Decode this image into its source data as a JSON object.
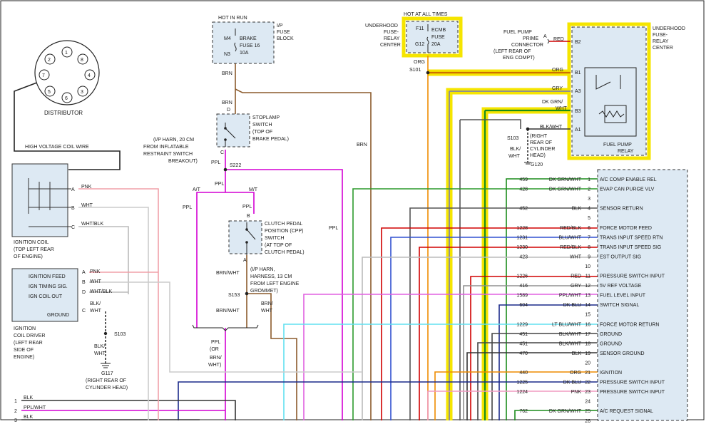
{
  "header": {
    "hot_in_run": "HOT IN RUN",
    "hot_at_all_times": "HOT AT ALL TIMES"
  },
  "distributor": {
    "label": "DISTRIBUTOR",
    "terminals": [
      "1",
      "2",
      "3",
      "4",
      "5",
      "6",
      "7",
      "8"
    ],
    "coil_wire": "HIGH VOLTAGE COIL WIRE"
  },
  "ip_fuse": {
    "block_label": [
      "I/P",
      "FUSE",
      "BLOCK"
    ],
    "pin_in": "M4",
    "pin_out": "N3",
    "name": [
      "BRAKE",
      "FUSE 16",
      "10A"
    ],
    "out_wire": "BRN"
  },
  "underhood_fuse": {
    "label": [
      "UNDERHOOD",
      "FUSE-",
      "RELAY",
      "CENTER"
    ],
    "pin_in": "F11",
    "pin_out": "G12",
    "name": [
      "ECMB",
      "FUSE",
      "20A"
    ],
    "out_wire": "ORG",
    "splice": "S101"
  },
  "stoplamp": {
    "label": [
      "STOPLAMP",
      "SWITCH",
      "(TOP OF",
      "BRAKE PEDAL)"
    ],
    "pin_top": "D",
    "pin_bottom": "C",
    "wire_in": "BRN",
    "wire_out": "PPL",
    "harness_note": [
      "(I/P HARN, 20 CM",
      "FROM INFLATABLE",
      "RESTRAINT SWITCH",
      "BREAKOUT)"
    ],
    "splice": "S222"
  },
  "branches": {
    "at": "A/T",
    "mt": "M/T",
    "ppl_left": "PPL",
    "ppl_mid": "PPL",
    "ppl_bottom_mt": "PPL",
    "ppl_out": "PPL",
    "brn_right": "BRN",
    "ppl_right": "PPL",
    "or_label": [
      "PPL",
      "(OR",
      "BRN/",
      "WHT)"
    ]
  },
  "clutch": {
    "label": [
      "CLUTCH PEDAL",
      "POSITION (CPP)",
      "SWITCH",
      "(AT TOP OF",
      "CLUTCH PEDAL)"
    ],
    "pin_top": "B",
    "pin_bottom": "A",
    "wire_out": "BRN/WHT",
    "harness_note": [
      "(I/P HARN,",
      "HARNESS, 13 CM",
      "FROM LEFT ENGINE",
      "GROMMET)"
    ],
    "splice": "S153",
    "wire_after": "BRN/WHT",
    "wire_right": [
      "BRN/",
      "WHT"
    ]
  },
  "ignition_coil": {
    "label": [
      "IGNITION COIL",
      "(TOP LEFT REAR",
      "OF ENGINE)"
    ],
    "pins": [
      {
        "pin": "A",
        "wire": "PNK"
      },
      {
        "pin": "B",
        "wire": "WHT"
      },
      {
        "pin": "C",
        "wire": "WHT/BLK"
      }
    ]
  },
  "coil_driver": {
    "label": [
      "IGNITION",
      "COIL DRIVER",
      "(LEFT REAR",
      "SIDE OF",
      "ENGINE)"
    ],
    "rows": [
      {
        "name": "IGNITION FEED",
        "pin": "A",
        "wire": "PNK"
      },
      {
        "name": "IGN TIMING SIG.",
        "pin": "B",
        "wire": "WHT"
      },
      {
        "name": "IGN COIL OUT",
        "pin": "D",
        "wire": "WHT/BLK"
      },
      {
        "name": "GROUND",
        "pin": "C",
        "wire": "WHT"
      }
    ],
    "ground_wire_top": "BLK/",
    "splice": "S103",
    "ground_wire_2": [
      "BLK/",
      "WHT"
    ],
    "ground": "G117",
    "ground_note": [
      "(RIGHT REAR OF",
      "CYLINDER HEAD)"
    ]
  },
  "fuel_pump": {
    "connector_label": [
      "FUEL PUMP",
      "PRIME",
      "CONNECTOR",
      "(LEFT REAR OF",
      "ENG COMPT)"
    ],
    "connector_pin": "A",
    "relay_label": [
      "FUEL PUMP",
      "RELAY"
    ],
    "center_label": [
      "UNDERHOOD",
      "FUSE-",
      "RELAY",
      "CENTER"
    ],
    "pins": [
      {
        "pin": "B2",
        "wire": "RED"
      },
      {
        "pin": "B1",
        "wire": "ORG"
      },
      {
        "pin": "A3",
        "wire": "GRY"
      },
      {
        "pin": "B3",
        "wire": [
          "DK GRN/",
          "WHT"
        ]
      },
      {
        "pin": "A1",
        "wire": "BLK/WHT"
      }
    ],
    "ground_splice": "S103",
    "ground_note": [
      "(RIGHT",
      "REAR OF",
      "CYLINDER",
      "HEAD)"
    ],
    "ground_wire": [
      "BLK/",
      "WHT"
    ],
    "ground": "G120"
  },
  "pcm_rows": [
    {
      "circuit": "459",
      "wire": "DK GRN/WHT",
      "pin": "1",
      "name": "A/C COMP ENABLE REL"
    },
    {
      "circuit": "428",
      "wire": "DK GRN/WHT",
      "pin": "2",
      "name": "EVAP CAN PURGE VLV"
    },
    {
      "circuit": "",
      "wire": "",
      "pin": "3",
      "name": ""
    },
    {
      "circuit": "452",
      "wire": "BLK",
      "pin": "4",
      "name": "SENSOR RETURN"
    },
    {
      "circuit": "",
      "wire": "",
      "pin": "5",
      "name": ""
    },
    {
      "circuit": "1228",
      "wire": "RED/BLK",
      "pin": "6",
      "name": "FORCE MOTOR FEED"
    },
    {
      "circuit": "1231",
      "wire": "BLU/WHT",
      "pin": "7",
      "name": "TRANS INPUT SPEED RTN"
    },
    {
      "circuit": "1230",
      "wire": "RED/BLK",
      "pin": "8",
      "name": "TRANS INPUT SPEED SIG"
    },
    {
      "circuit": "423",
      "wire": "WHT",
      "pin": "9",
      "name": "EST OUTPUT SIG"
    },
    {
      "circuit": "",
      "wire": "",
      "pin": "10",
      "name": ""
    },
    {
      "circuit": "1226",
      "wire": "RED",
      "pin": "11",
      "name": "PRESSURE SWITCH INPUT"
    },
    {
      "circuit": "416",
      "wire": "GRY",
      "pin": "12",
      "name": "5V REF VOLTAGE"
    },
    {
      "circuit": "1589",
      "wire": "PPL/WHT",
      "pin": "13",
      "name": "FUEL LEVEL INPUT"
    },
    {
      "circuit": "604",
      "wire": "DK BLU",
      "pin": "14",
      "name": "SWITCH SIGNAL"
    },
    {
      "circuit": "",
      "wire": "",
      "pin": "15",
      "name": ""
    },
    {
      "circuit": "1229",
      "wire": "LT BLU/WHT",
      "pin": "16",
      "name": "FORCE MOTOR RETURN"
    },
    {
      "circuit": "451",
      "wire": "BLK/WHT",
      "pin": "17",
      "name": "GROUND"
    },
    {
      "circuit": "451",
      "wire": "BLK/WHT",
      "pin": "18",
      "name": "GROUND"
    },
    {
      "circuit": "470",
      "wire": "BLK",
      "pin": "19",
      "name": "SENSOR GROUND"
    },
    {
      "circuit": "",
      "wire": "",
      "pin": "20",
      "name": ""
    },
    {
      "circuit": "440",
      "wire": "ORG",
      "pin": "21",
      "name": "IGNITION"
    },
    {
      "circuit": "1225",
      "wire": "DK BLU",
      "pin": "22",
      "name": "PRESSURE SWITCH INPUT"
    },
    {
      "circuit": "1224",
      "wire": "PNK",
      "pin": "23",
      "name": "PRESSURE SWITCH INPUT"
    },
    {
      "circuit": "",
      "wire": "",
      "pin": "24",
      "name": ""
    },
    {
      "circuit": "762",
      "wire": "DK GRN/WHT",
      "pin": "25",
      "name": "A/C REQUEST SIGNAL"
    },
    {
      "circuit": "",
      "wire": "",
      "pin": "26",
      "name": ""
    }
  ],
  "left_bottom_rows": [
    {
      "num": "1",
      "wire": "BLK"
    },
    {
      "num": "2",
      "wire": "PPL/WHT"
    },
    {
      "num": "3",
      "wire": "BLK"
    }
  ]
}
